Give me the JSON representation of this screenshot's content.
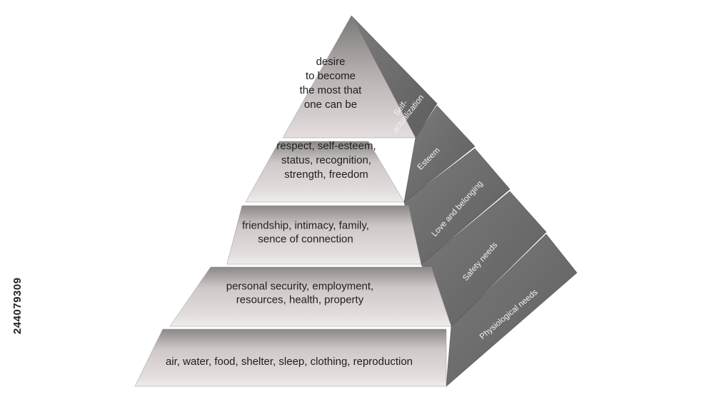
{
  "levels": [
    {
      "name": "Self-actualization",
      "name_lines": [
        "Self-",
        "actualization"
      ],
      "description_lines": [
        "desire",
        "to become",
        "the most that",
        "one can be"
      ]
    },
    {
      "name": "Esteem",
      "name_lines": [
        "Esteem"
      ],
      "description_lines": [
        "respect, self-esteem,",
        "status, recognition,",
        "strength, freedom"
      ]
    },
    {
      "name": "Love and belonging",
      "name_lines": [
        "Love and belonging"
      ],
      "description_lines": [
        "friendship, intimacy, family,",
        "sence of connection"
      ]
    },
    {
      "name": "Safety needs",
      "name_lines": [
        "Safety needs"
      ],
      "description_lines": [
        "personal security, employment,",
        "resources, health, property"
      ]
    },
    {
      "name": "Physiological needs",
      "name_lines": [
        "Physiological needs"
      ],
      "description_lines": [
        "air, water, food, shelter, sleep, clothing, reproduction"
      ]
    }
  ],
  "watermark": "244079309",
  "colors": {
    "front_light": "#e2dcdc",
    "front_dark": "#8c8888",
    "side": "#7b7b7b",
    "side_dark": "#5e5e5e"
  }
}
